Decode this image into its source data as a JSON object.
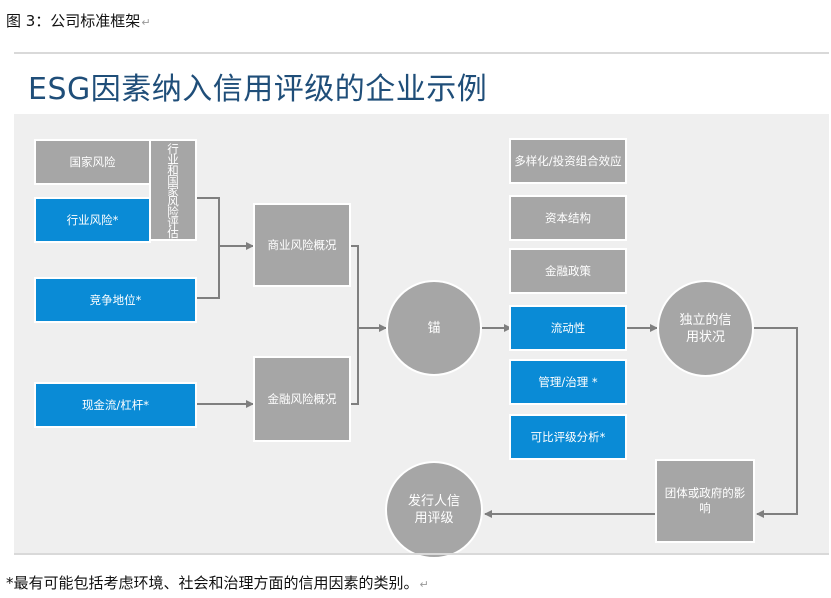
{
  "figure_caption": "图 3：公司标准框架",
  "paragraph_mark": "↵",
  "slide_title": "ESG因素纳入信用评级的企业示例",
  "left_factors": {
    "country_risk": "国家风险",
    "industry_country_risk_assessment": "行业和国家风险评估",
    "industry_risk": "行业风险*",
    "competitive_position": "竞争地位*",
    "cash_flow_leverage": "现金流/杠杆*"
  },
  "profiles": {
    "business_risk_profile": "商业风险概况",
    "financial_risk_profile": "金融风险概况"
  },
  "anchor": "锚",
  "modifiers": [
    {
      "label": "多样化/投资组合效应",
      "color": "grey"
    },
    {
      "label": "资本结构",
      "color": "grey"
    },
    {
      "label": "金融政策",
      "color": "grey"
    },
    {
      "label": "流动性",
      "color": "blue"
    },
    {
      "label": "管理/治理 *",
      "color": "blue"
    },
    {
      "label": "可比评级分析*",
      "color": "blue"
    }
  ],
  "standalone_credit_profile": "独立的信用状况",
  "group_government_influence": "团体或政府的影响",
  "issuer_credit_rating": "发行人信用评级",
  "footnote": "*最有可能包括考虑环境、社会和治理方面的信用因素的类别。",
  "colors": {
    "blue": "#0a8bd6",
    "grey": "#a6a6a6",
    "title": "#1f4e79",
    "panel": "#efefef",
    "arrow": "#7f7f7f"
  }
}
